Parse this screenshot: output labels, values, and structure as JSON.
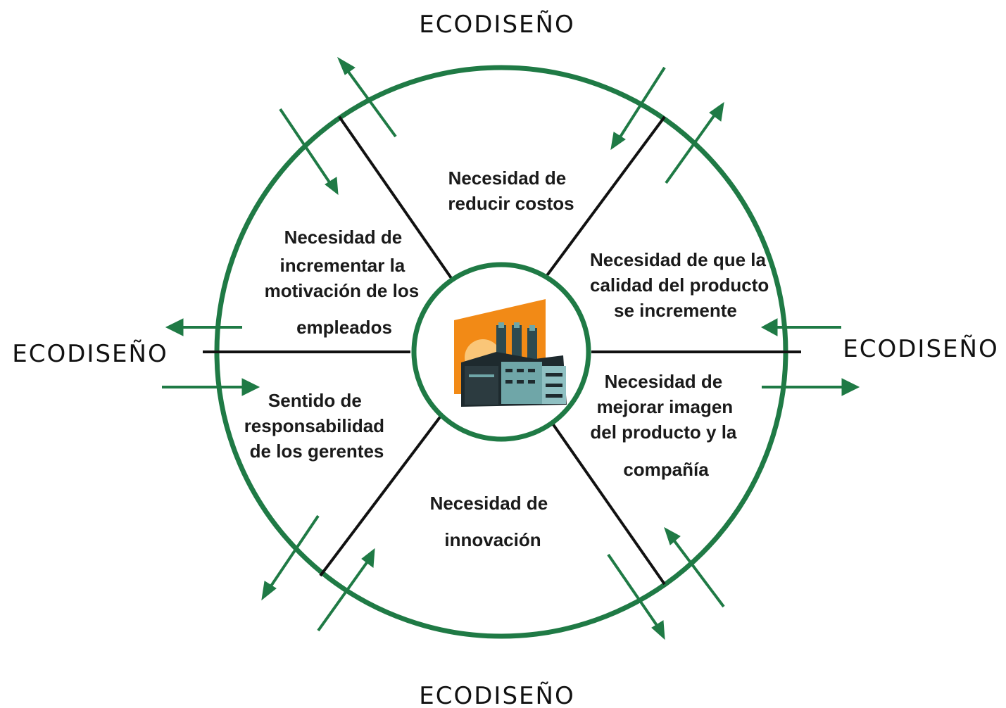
{
  "colors": {
    "ring": "#1f7a45",
    "arrow": "#1f7a45",
    "spoke": "#111111",
    "factory_orange": "#f28a16",
    "factory_teal": "#6fa6a8",
    "factory_dark": "#1e2a2e"
  },
  "labels": {
    "top": "ECODISEÑO",
    "bottom": "ECODISEÑO",
    "left": "ECODISEÑO",
    "right": "ECODISEÑO"
  },
  "segments": {
    "top": [
      "Necesidad de",
      "reducir costos"
    ],
    "upper_left": [
      "Necesidad de",
      "incrementar la",
      "motivación de los",
      "empleados"
    ],
    "upper_right": [
      "Necesidad de que la",
      "calidad del producto",
      "se incremente"
    ],
    "lower_left": [
      "Sentido de",
      "responsabilidad",
      "de los gerentes"
    ],
    "lower_right": [
      "Necesidad de",
      "mejorar imagen",
      "del producto y la",
      "compañía"
    ],
    "bottom": [
      "Necesidad de",
      "innovación"
    ]
  },
  "center_icon": "factory-icon"
}
